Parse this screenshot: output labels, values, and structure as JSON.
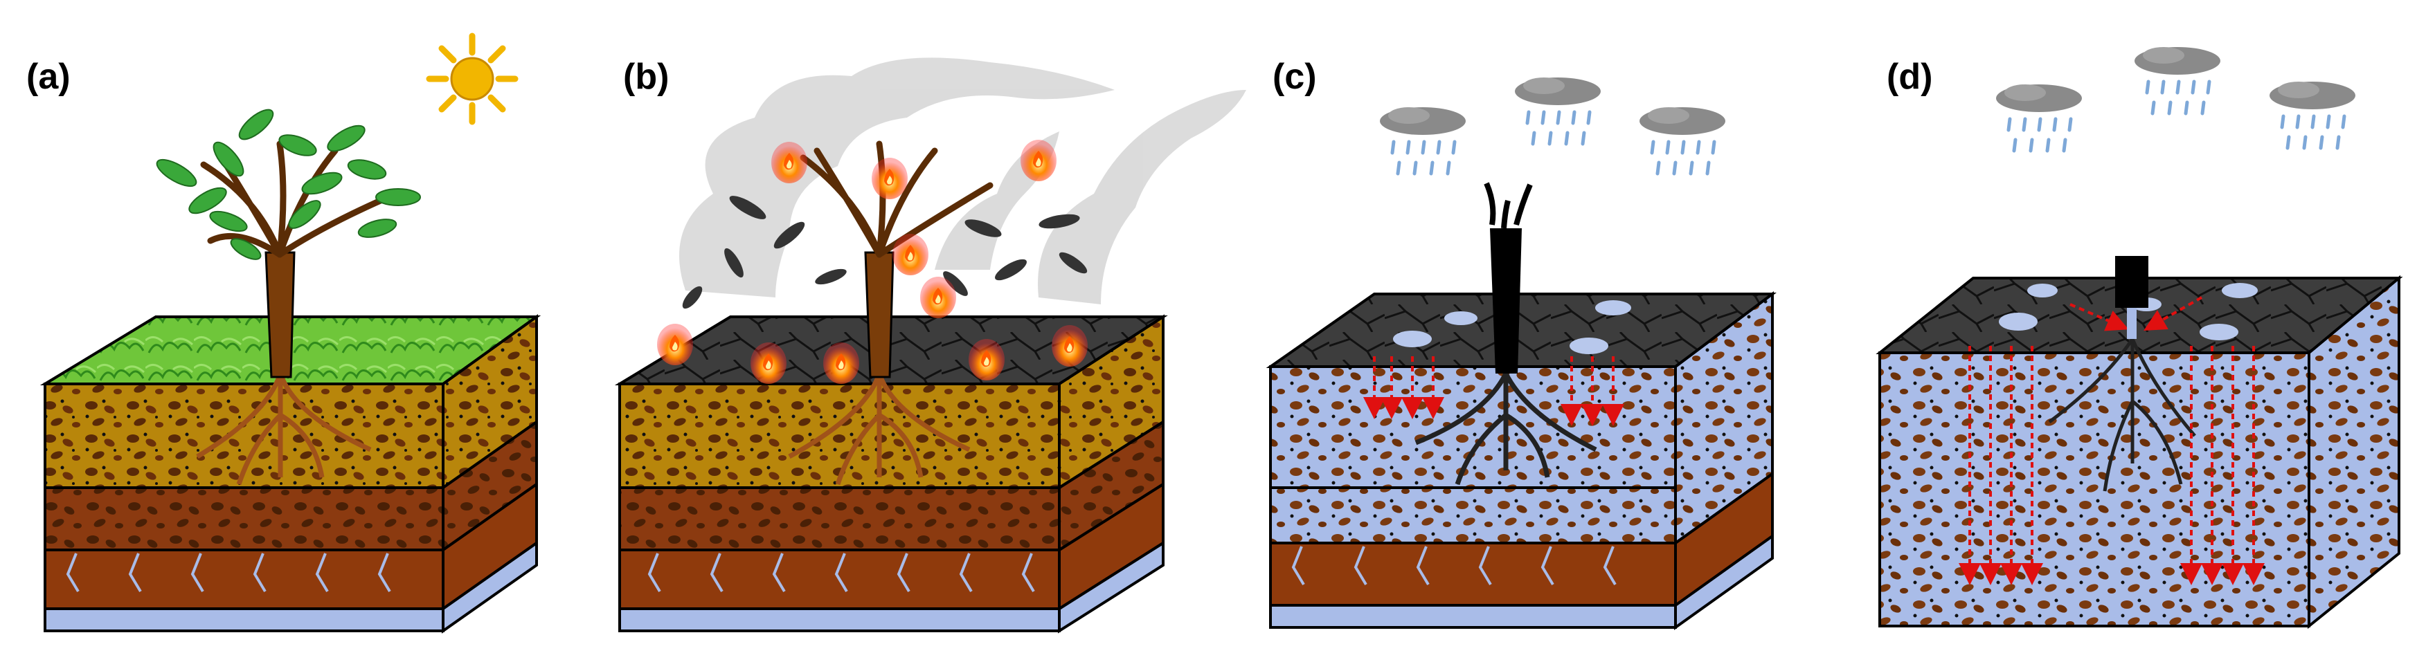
{
  "panels": [
    {
      "label": "(a)",
      "stage": "healthy-soil"
    },
    {
      "label": "(b)",
      "stage": "fire"
    },
    {
      "label": "(c)",
      "stage": "after-fire-rain"
    },
    {
      "label": "(d)",
      "stage": "saturated-soil"
    }
  ],
  "colors": {
    "grass": "#6fc63a",
    "topsoil": "#b8860b",
    "subsoil": "#8b3a10",
    "bedrock": "#8f3a0c",
    "water": "#a9bce8",
    "ash": "#3d3d3d",
    "fire": "#ff7a00",
    "rain": "#7ea8d8",
    "cloud": "#8a8a8a",
    "arrow": "#e01010",
    "sun": "#f2b600",
    "trunk": "#7a3d0a",
    "leaf": "#3aa83a"
  }
}
